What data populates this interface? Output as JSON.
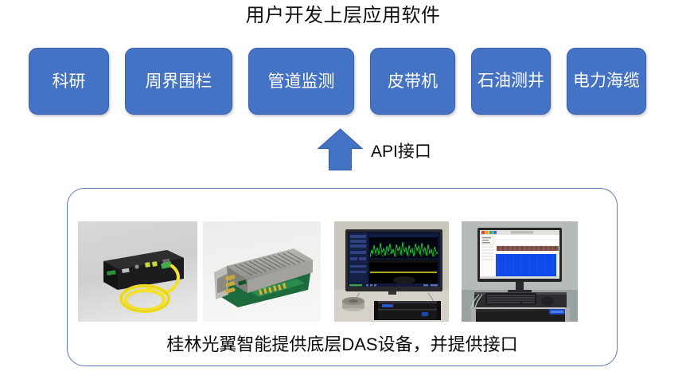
{
  "slide": {
    "title": "用户开发上层应用软件",
    "accent_color": "#4472C4",
    "panel_border_color": "#5B7AB8",
    "text_color": "#0B0B0B"
  },
  "applications": {
    "boxes": [
      {
        "label": "科研"
      },
      {
        "label": "周界围栏"
      },
      {
        "label": "管道监测"
      },
      {
        "label": "皮带机"
      },
      {
        "label": "石油测井"
      },
      {
        "label": "电力海缆"
      }
    ]
  },
  "connector": {
    "arrow_icon": "arrow-up-icon",
    "arrow_color": "#4472C4",
    "label": "API接口"
  },
  "device_panel": {
    "caption": "桂林光翼智能提供底层DAS设备，并提供接口",
    "photos": [
      {
        "name": "das-interrogator-unit-photo",
        "alt": "黑色DAS主机与黄色光纤跳线"
      },
      {
        "name": "pcie-acquisition-card-photo",
        "alt": "带散热片的PCIe采集卡"
      },
      {
        "name": "monitor-waveform-display-photo",
        "alt": "显示器显示绿色波形与黄色轨迹，下方为机架式主机"
      },
      {
        "name": "workstation-waterfall-display-photo",
        "alt": "显示器显示蓝色瀑布图，配键盘鼠标与机柜"
      }
    ]
  }
}
